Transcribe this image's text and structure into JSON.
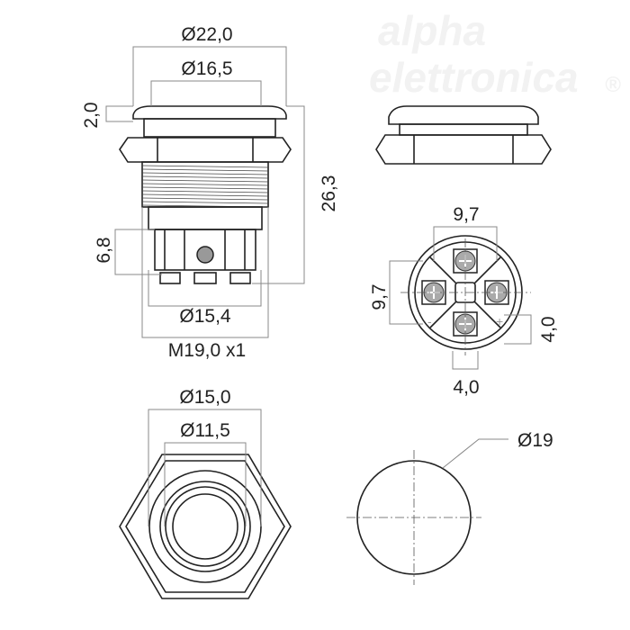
{
  "watermark": {
    "line1": "alpha",
    "line2": "elettronica",
    "registered": "®"
  },
  "side_view": {
    "cap_diameter": "Ø22,0",
    "button_diameter": "Ø16,5",
    "cap_height": "2,0",
    "total_height": "26,3",
    "terminal_height": "6,8",
    "body_diameter": "Ø15,4",
    "thread": "M19,0 x1"
  },
  "bottom_view": {
    "width": "9,7",
    "height": "9,7",
    "terminal_width": "4,0",
    "terminal_offset": "4,0",
    "minus_label": "-",
    "plus_label": "+"
  },
  "front_view": {
    "outer_diameter": "Ø15,0",
    "inner_diameter": "Ø11,5"
  },
  "cutout": {
    "diameter": "Ø19"
  }
}
